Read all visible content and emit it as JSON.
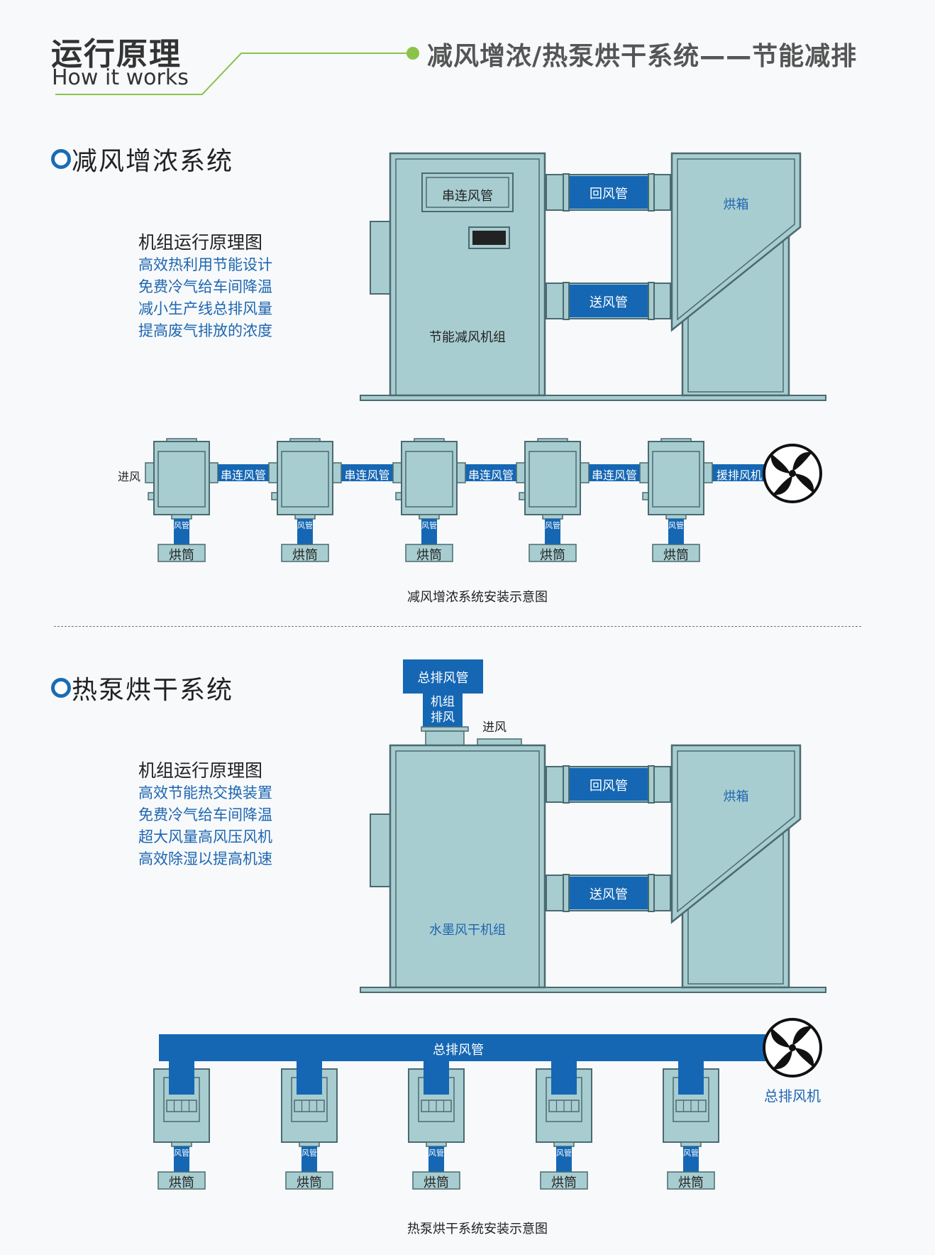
{
  "header": {
    "title": "运行原理",
    "subtitle": "How it works",
    "right_title": "减风增浓/热泵烘干系统——节能减排"
  },
  "section1": {
    "title": "减风增浓系统",
    "desc_heading": "机组运行原理图",
    "desc_lines": [
      "高效热利用节能设计",
      "免费冷气给车间降温",
      "减小生产线总排风量",
      "提高废气排放的浓度"
    ],
    "unit": {
      "panel_label": "串连风管",
      "unit_label": "节能减风机组",
      "return_duct": "回风管",
      "supply_duct": "送风管",
      "oven": "烘箱"
    },
    "install": {
      "inlet": "进风",
      "series_duct": "串连风管",
      "exhaust_fan": "援排风机",
      "small_duct": "风管",
      "drum": "烘筒",
      "caption": "减风增浓系统安装示意图"
    }
  },
  "section2": {
    "title": "热泵烘干系统",
    "desc_heading": "机组运行原理图",
    "desc_lines": [
      "高效节能热交换装置",
      "免费冷气给车间降温",
      "超大风量高风压风机",
      "高效除湿以提高机速"
    ],
    "unit": {
      "main_exhaust_duct": "总排风管",
      "unit_exhaust": "机组\n排风",
      "inlet": "进风",
      "unit_label": "水墨风干机组",
      "return_duct": "回风管",
      "supply_duct": "送风管",
      "oven": "烘箱"
    },
    "install": {
      "main_duct": "总排风管",
      "main_fan": "总排风机",
      "small_duct": "风管",
      "drum": "烘筒",
      "caption": "热泵烘干系统安装示意图"
    }
  },
  "colors": {
    "unit_fill": "#a8cdd0",
    "outline": "#4a6a70",
    "duct_blue": "#1567b4",
    "text_blue": "#1e66b0",
    "accent_green": "#8bc34a"
  }
}
